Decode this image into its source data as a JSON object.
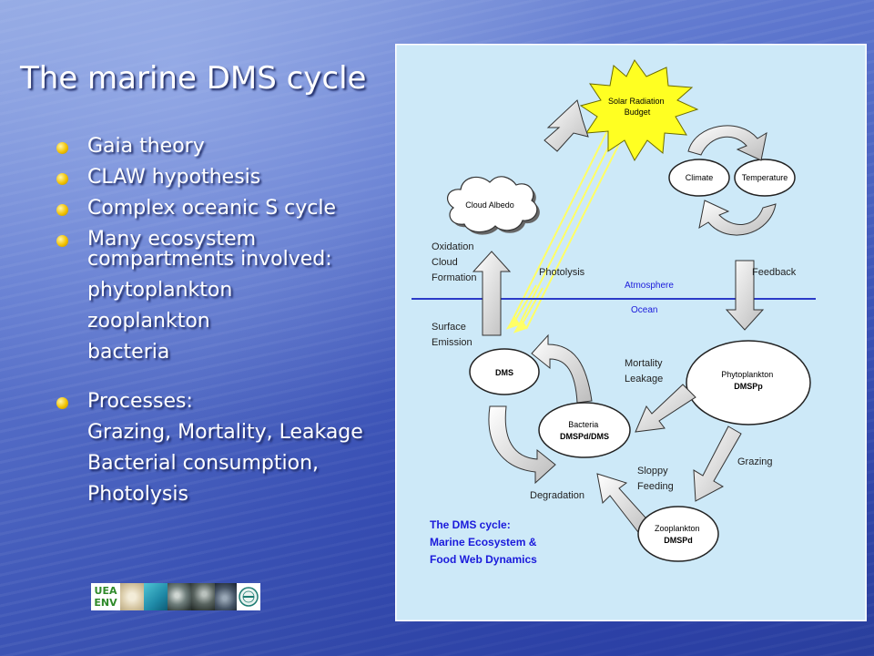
{
  "slide": {
    "title": "The marine DMS cycle",
    "bullets": [
      "Gaia theory",
      "CLAW hypothesis",
      "Complex oceanic S cycle",
      "Many ecosystem compartments involved:"
    ],
    "compartments": [
      "phytoplankton",
      "zooplankton",
      "bacteria"
    ],
    "processes_label": "Processes:",
    "processes": [
      "Grazing, Mortality, Leakage",
      "Bacterial consumption,",
      "Photolysis"
    ],
    "logos": {
      "env_line1": "UEA",
      "env_line2": "ENV"
    }
  },
  "diagram": {
    "sun": [
      "Solar Radiation",
      "Budget"
    ],
    "cloud": "Cloud Albedo",
    "climate": "Climate",
    "temperature": "Temperature",
    "oxidation": [
      "Oxidation",
      "Cloud",
      "Formation"
    ],
    "photolysis": "Photolysis",
    "feedback": "Feedback",
    "atmosphere": "Atmosphere",
    "ocean": "Ocean",
    "surface_emission": [
      "Surface",
      "Emission"
    ],
    "dms": "DMS",
    "mortality": [
      "Mortality",
      "Leakage"
    ],
    "phytoplankton": [
      "Phytoplankton",
      "DMSPp"
    ],
    "bacteria": [
      "Bacteria",
      "DMSPd/DMS"
    ],
    "sloppy": [
      "Sloppy",
      "Feeding"
    ],
    "grazing": "Grazing",
    "degradation": "Degradation",
    "zooplankton": [
      "Zooplankton",
      "DMSPd"
    ],
    "caption": [
      "The DMS cycle:",
      "Marine Ecosystem &",
      "Food Web Dynamics"
    ],
    "colors": {
      "panel_bg": "#cde9f8",
      "caption": "#1a1adb",
      "water_line": "#2b3bc8",
      "sun": "#ffff22",
      "photolysis_rays": "#ffff66"
    }
  }
}
